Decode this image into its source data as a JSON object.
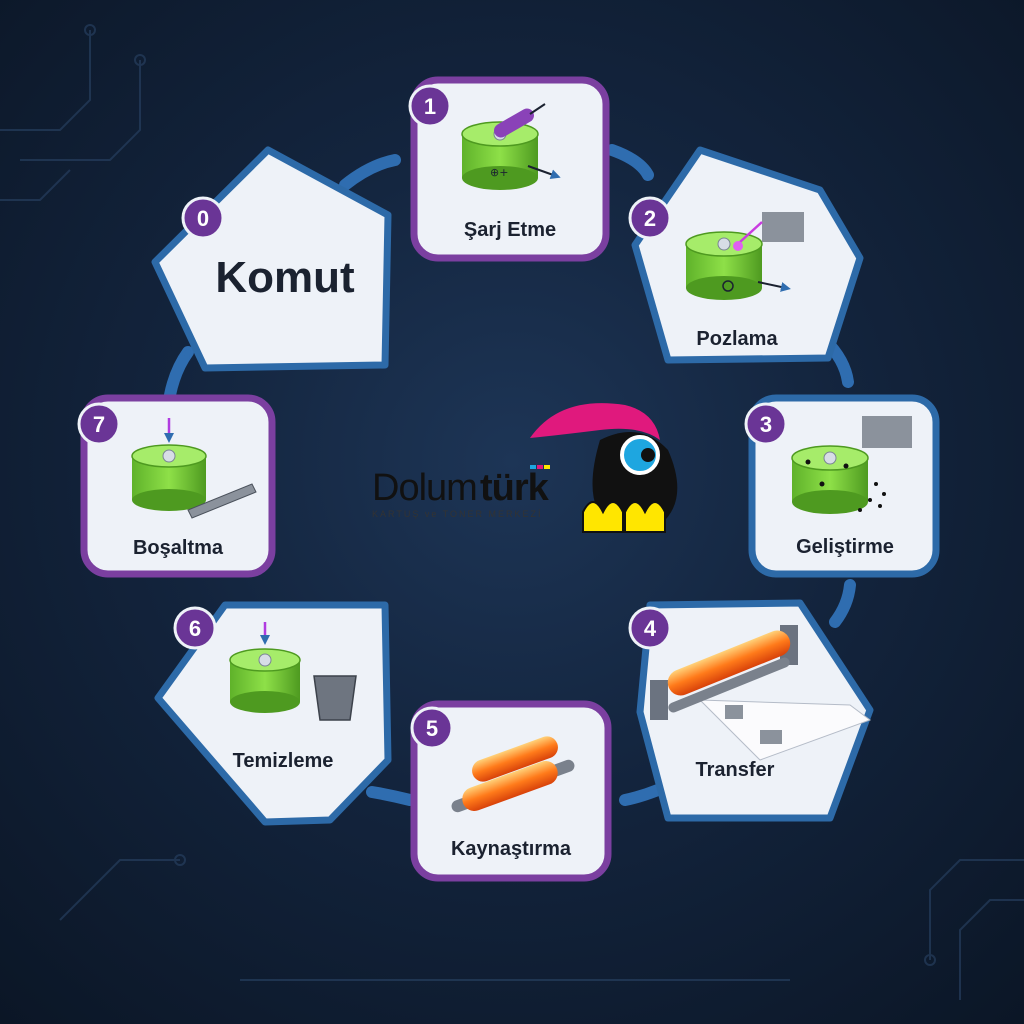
{
  "brand": {
    "name_regular": "Dolum",
    "name_bold": "türk",
    "tagline": "KARTUŞ ve TONER MERKEZİ",
    "colors": {
      "cyan": "#1ea6e0",
      "magenta": "#e0197d",
      "yellow": "#ffe600"
    }
  },
  "steps": [
    {
      "number": "0",
      "label": "Komut",
      "icon": "text-only"
    },
    {
      "number": "1",
      "label": "Şarj Etme",
      "icon": "charge-roller-drum-icon"
    },
    {
      "number": "2",
      "label": "Pozlama",
      "icon": "laser-exposure-drum-icon"
    },
    {
      "number": "3",
      "label": "Geliştirme",
      "icon": "toner-developing-drum-icon"
    },
    {
      "number": "4",
      "label": "Transfer",
      "icon": "paper-transfer-rollers-icon"
    },
    {
      "number": "5",
      "label": "Kaynaştırma",
      "icon": "heated-fuser-rollers-icon"
    },
    {
      "number": "6",
      "label": "Temizleme",
      "icon": "drum-cleaning-bin-icon"
    },
    {
      "number": "7",
      "label": "Boşaltma",
      "icon": "drum-discharge-blade-icon"
    }
  ],
  "colors": {
    "purple_frame": "#7b3fa0",
    "blue_frame": "#2d6aa8",
    "card_fill": "#eef2f8",
    "badge": "#6a3596",
    "drum_green": "#7ed23a",
    "arrow": "#2f6db0",
    "background": "#13243d"
  }
}
